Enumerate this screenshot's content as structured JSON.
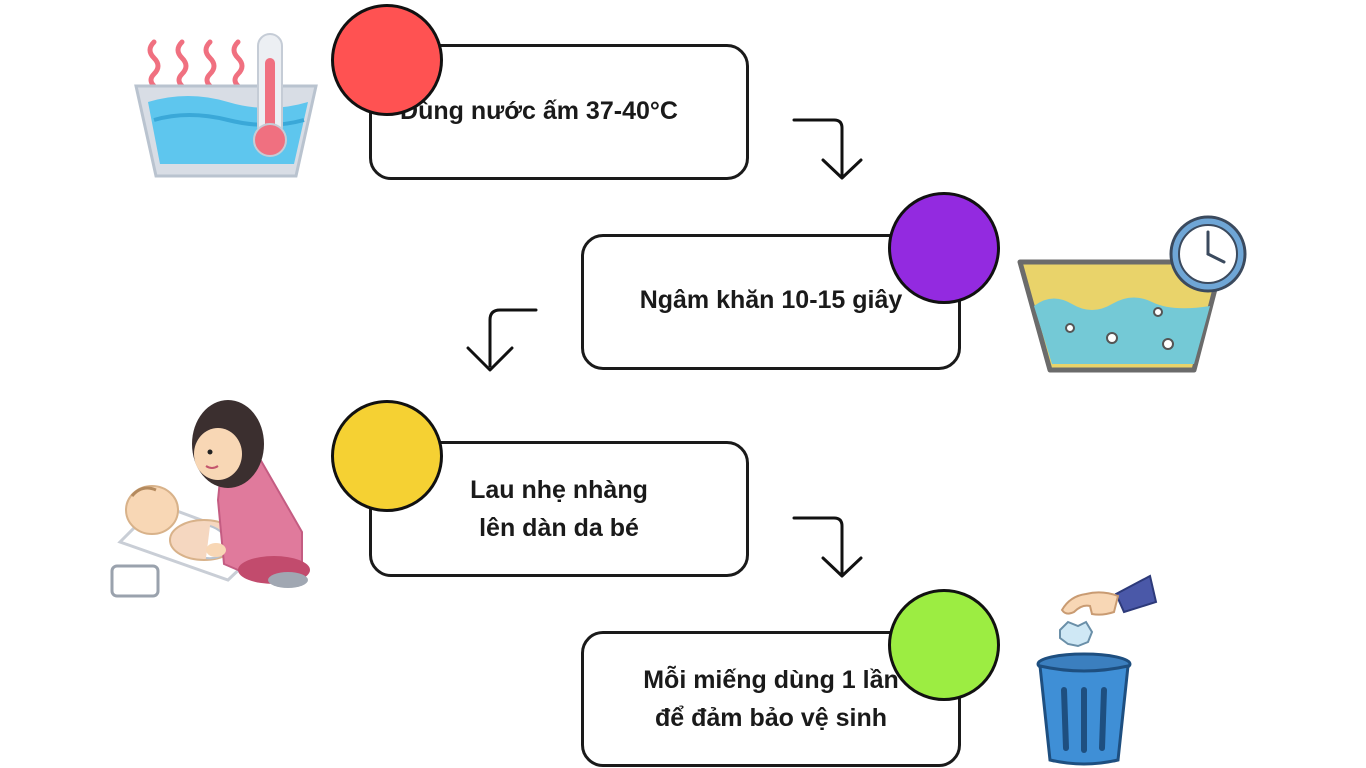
{
  "steps": [
    {
      "text_lines": [
        "Dùng nước ấm  37-40°C"
      ],
      "color": "#ff5252"
    },
    {
      "text_lines": [
        "Ngâm khăn 10-15 giây"
      ],
      "color": "#932ae0"
    },
    {
      "text_lines": [
        "Lau nhẹ nhàng",
        "lên dàn da bé"
      ],
      "color": "#f5d133"
    },
    {
      "text_lines": [
        "Mỗi miếng dùng 1 lần",
        "để đảm bảo vệ sinh"
      ],
      "color": "#9ced42"
    }
  ],
  "icons": {
    "step1": "warm-water-basin-thermometer-icon",
    "step2": "soaking-basin-clock-icon",
    "step3": "mother-wiping-baby-icon",
    "step4": "trash-bin-disposal-icon"
  },
  "colors": {
    "outline": "#1a1a1a",
    "water": "#5ec6ee",
    "basin": "#cfd8e3"
  }
}
